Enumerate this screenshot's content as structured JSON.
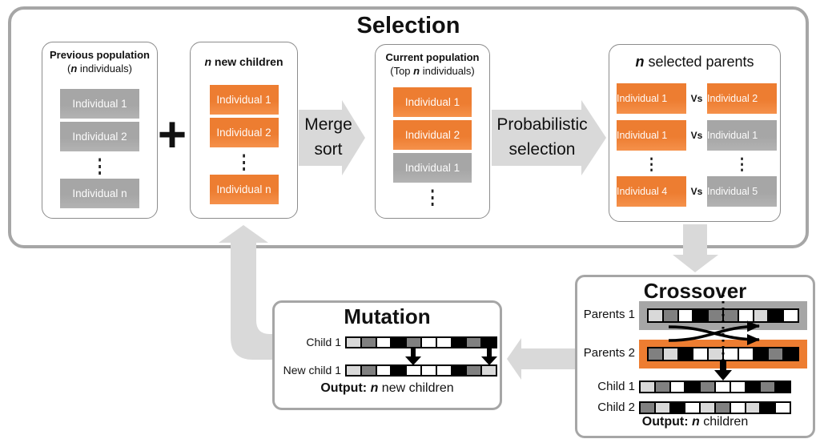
{
  "palette": {
    "orange": "#ED7D31",
    "orange_lt": "#F5914B",
    "box_gray": "#A6A6A6",
    "box_gray_lt": "#B3B3B3",
    "arrow_gray": "#D9D9D9",
    "cell_white": "#FFFFFF",
    "cell_light": "#D9D9D9",
    "cell_mid": "#808080",
    "cell_black": "#000000"
  },
  "ellipsis": "⋮",
  "selection": {
    "title": "Selection",
    "previous_population": {
      "title": "Previous population",
      "sub_pre": "(",
      "sub_n": "n",
      "sub_post": " individuals)",
      "items": [
        {
          "label": "Individual 1",
          "variant": "gray"
        },
        {
          "label": "Individual 2",
          "variant": "gray"
        },
        {
          "label": "Individual n",
          "variant": "gray"
        }
      ]
    },
    "plus_sign": "+",
    "new_children": {
      "title_n": "n",
      "title_rest": " new children",
      "items": [
        {
          "label": "Individual 1",
          "variant": "orange"
        },
        {
          "label": "Individual 2",
          "variant": "orange"
        },
        {
          "label": "Individual n",
          "variant": "orange"
        }
      ]
    },
    "merge_sort_arrow": {
      "line1": "Merge",
      "line2": "sort"
    },
    "current_population": {
      "title": "Current population",
      "sub_pre": "(Top ",
      "sub_n": "n",
      "sub_post": " individuals)",
      "items": [
        {
          "label": "Individual 1",
          "variant": "orange"
        },
        {
          "label": "Individual 2",
          "variant": "orange"
        },
        {
          "label": "Individual 1",
          "variant": "gray"
        }
      ]
    },
    "probabilistic_arrow": {
      "line1": "Probabilistic",
      "line2": "selection"
    },
    "selected_parents": {
      "title_n": "n",
      "title_rest": " selected parents",
      "vs": "Vs",
      "rows": [
        {
          "left": {
            "label": "Individual 1",
            "variant": "orange"
          },
          "right": {
            "label": "Individual 2",
            "variant": "orange"
          }
        },
        {
          "left": {
            "label": "Individual 1",
            "variant": "orange"
          },
          "right": {
            "label": "Individual 1",
            "variant": "gray"
          }
        },
        {
          "left": {
            "label": "Individual 4",
            "variant": "orange"
          },
          "right": {
            "label": "Individual 5",
            "variant": "gray"
          }
        }
      ]
    }
  },
  "crossover": {
    "title": "Crossover",
    "parents1_label": "Parents 1",
    "parents2_label": "Parents 2",
    "child1_label": "Child 1",
    "child2_label": "Child 2",
    "strips": {
      "parents1": [
        "light",
        "mid",
        "white",
        "black",
        "mid",
        "mid",
        "white",
        "light",
        "black",
        "white"
      ],
      "parents2": [
        "mid",
        "light",
        "black",
        "white",
        "light",
        "white",
        "white",
        "black",
        "mid",
        "black"
      ],
      "child1": [
        "light",
        "mid",
        "white",
        "black",
        "mid",
        "white",
        "white",
        "black",
        "mid",
        "black"
      ],
      "child2": [
        "mid",
        "light",
        "black",
        "white",
        "light",
        "mid",
        "white",
        "light",
        "black",
        "white"
      ]
    },
    "output_label": "Output:",
    "output_n": "n",
    "output_rest": " children"
  },
  "mutation": {
    "title": "Mutation",
    "child1_label": "Child 1",
    "new_child1_label": "New child 1",
    "strips": {
      "child1": [
        "light",
        "mid",
        "white",
        "black",
        "mid",
        "white",
        "white",
        "black",
        "mid",
        "black"
      ],
      "new_child1": [
        "light",
        "mid",
        "white",
        "black",
        "white",
        "white",
        "white",
        "black",
        "mid",
        "light"
      ]
    },
    "output_label": "Output:",
    "output_n": "n",
    "output_rest": " new children"
  }
}
